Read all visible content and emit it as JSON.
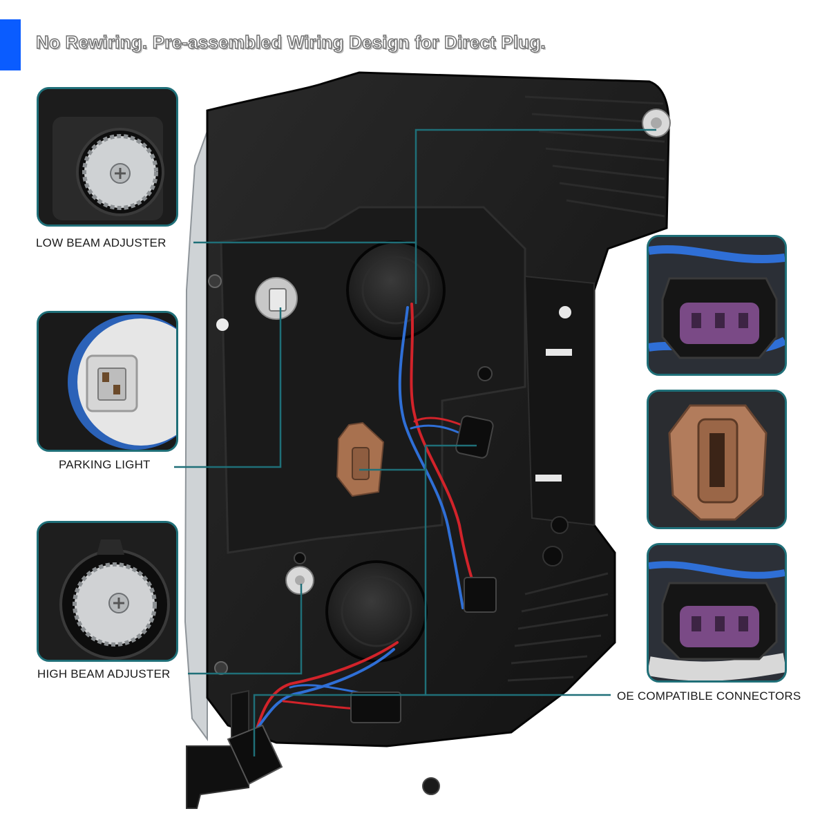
{
  "headline": "No Rewiring. Pre-assembled Wiring Design for Direct Plug.",
  "callouts": {
    "low_beam_adjuster": "LOW  BEAM ADJUSTER",
    "parking_light": "PARKING LIGHT",
    "high_beam_adjuster": "HIGH BEAM ADJUSTER",
    "oe_compatible_connectors": "OE COMPATIBLE CONNECTORS"
  },
  "colors": {
    "accent": "#0a5cff",
    "callout_frame": "#1f6f78",
    "leader_line": "#1f6f78",
    "housing": "#1c1c1c",
    "wire_red": "#d2232a",
    "wire_blue": "#2f6fd6",
    "connector_purple": "#7a4a86",
    "connector_tan": "#b27c5c"
  },
  "icons": {
    "low_beam_thumb": "adjuster-gear-icon",
    "parking_thumb": "bulb-socket-icon",
    "high_beam_thumb": "adjuster-gear-icon",
    "connector_thumb_1": "three-pin-connector-icon",
    "connector_thumb_2": "socket-connector-icon",
    "connector_thumb_3": "three-pin-connector-icon"
  }
}
